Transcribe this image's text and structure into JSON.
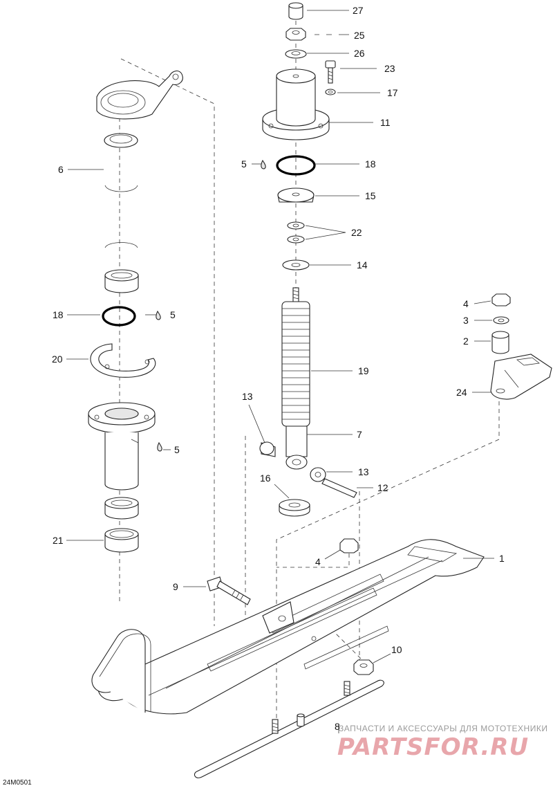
{
  "diagram": {
    "code": "24M0501",
    "callouts": {
      "c27": "27",
      "c25": "25",
      "c26": "26",
      "c23": "23",
      "c17": "17",
      "c11": "11",
      "c5a": "5",
      "c18a": "18",
      "c15": "15",
      "c22": "22",
      "c14": "14",
      "c6": "6",
      "c18b": "18",
      "c5b": "5",
      "c20": "20",
      "c5c": "5",
      "c21": "21",
      "c4a": "4",
      "c3": "3",
      "c2": "2",
      "c24": "24",
      "c19": "19",
      "c13a": "13",
      "c7": "7",
      "c13b": "13",
      "c16": "16",
      "c12": "12",
      "c4b": "4",
      "c1": "1",
      "c9": "9",
      "c10": "10",
      "c8": "8"
    }
  },
  "watermark": {
    "caption": "ЗАПЧАСТИ И АКСЕССУАРЫ ДЛЯ МОТОТЕХНИКИ",
    "brand": "PARTSFOR.RU"
  }
}
